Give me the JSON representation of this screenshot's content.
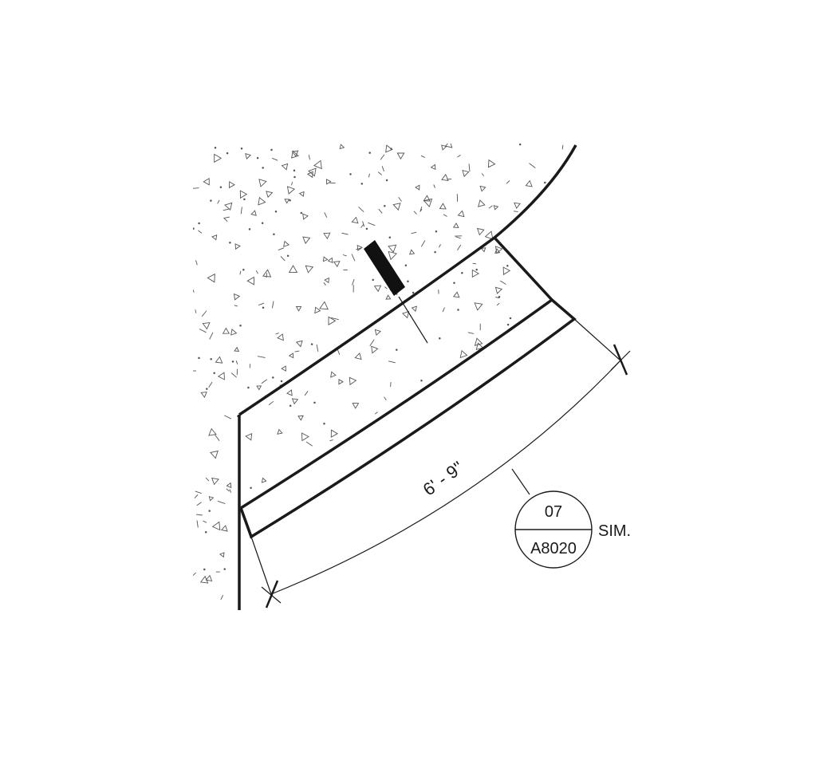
{
  "dimension": {
    "text": "6' - 9\""
  },
  "detail_tag": {
    "number": "07",
    "sheet": "A8020",
    "suffix": "SIM."
  },
  "colors": {
    "line": "#1a1a1a",
    "hatch": "#555555",
    "background": "#ffffff"
  }
}
